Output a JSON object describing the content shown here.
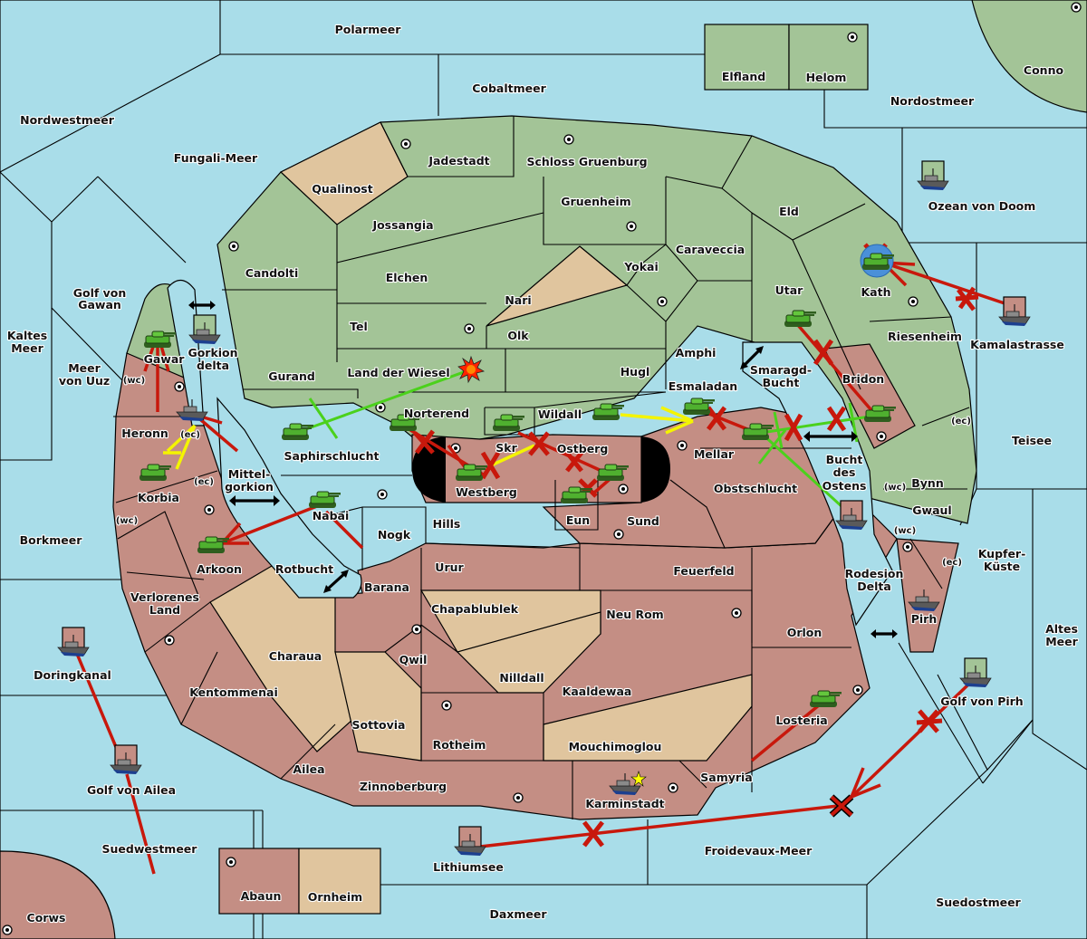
{
  "map": {
    "colors": {
      "sea": "#a9dde9",
      "power_green": "#a3c497",
      "power_red": "#c48e84",
      "neutral": "#e0c59e",
      "order_failed": "#c8180c",
      "order_support": "#f4f400",
      "order_convoy": "#4bd11c"
    },
    "seas": {
      "polarmeer": "Polarmeer",
      "cobaltmeer": "Cobaltmeer",
      "nordwestmeer": "Nordwestmeer",
      "fungali": "Fungali-Meer",
      "nordostmeer": "Nordostmeer",
      "ozean_doom": "Ozean von Doom",
      "golf_gawan_1": "Golf von",
      "golf_gawan_2": "Gawan",
      "kaltes_1": "Kaltes",
      "kaltes_2": "Meer",
      "uuz_1": "Meer",
      "uuz_2": "von Uuz",
      "gorkion_1": "Gorkion",
      "gorkion_2": "delta",
      "mittel_1": "Mittel-",
      "mittel_2": "gorkion",
      "borkmeer": "Borkmeer",
      "rotbucht": "Rotbucht",
      "smaragd_1": "Smaragd-",
      "smaragd_2": "Bucht",
      "bucht_1": "Bucht",
      "bucht_2": "des",
      "bucht_3": "Ostens",
      "kamalastrasse": "Kamalastrasse",
      "teisee": "Teisee",
      "kupfer_1": "Kupfer-",
      "kupfer_2": "Küste",
      "rodesion_1": "Rodesion",
      "rodesion_2": "Delta",
      "altes_1": "Altes",
      "altes_2": "Meer",
      "golf_pirh": "Golf von Pirh",
      "doringkanal": "Doringkanal",
      "golf_ailea": "Golf von Ailea",
      "suedwestmeer": "Suedwestmeer",
      "lithiumsee": "Lithiumsee",
      "daxmeer": "Daxmeer",
      "froidevaux": "Froidevaux-Meer",
      "suedostmeer": "Suedostmeer"
    },
    "lands": {
      "elfland": "Elfland",
      "helom": "Helom",
      "conno": "Conno",
      "qualinost": "Qualinost",
      "jadestadt": "Jadestadt",
      "schloss": "Schloss Gruenburg",
      "gruenheim": "Gruenheim",
      "jossangia": "Jossangia",
      "candolti": "Candolti",
      "elchen": "Elchen",
      "nari": "Nari",
      "yokai": "Yokai",
      "caraveccia": "Caraveccia",
      "eld": "Eld",
      "utar": "Utar",
      "kath": "Kath",
      "tel": "Tel",
      "olk": "Olk",
      "gurand": "Gurand",
      "wiesel": "Land der Wiesel",
      "hugl": "Hugl",
      "amphi": "Amphi",
      "esmaladan": "Esmaladan",
      "riesenheim": "Riesenheim",
      "bridon": "Bridon",
      "gawar": "Gawar",
      "heronn": "Heronn",
      "korbia": "Korbia",
      "norterend": "Norterend",
      "saphir": "Saphirschlucht",
      "wildall": "Wildall",
      "skr": "Skr",
      "ostberg": "Ostberg",
      "westberg": "Westberg",
      "mellar": "Mellar",
      "obstschlucht": "Obstschlucht",
      "bynn": "Bynn",
      "gwaul": "Gwaul",
      "pirh": "Pirh",
      "nabai": "Nabai",
      "arkoon": "Arkoon",
      "nogk": "Nogk",
      "hills": "Hills",
      "eun": "Eun",
      "sund": "Sund",
      "barana": "Barana",
      "urur": "Urur",
      "feuerfeld": "Feuerfeld",
      "verlorenes_1": "Verlorenes",
      "verlorenes_2": "Land",
      "chapablublek": "Chapablublek",
      "neu_rom": "Neu Rom",
      "charaua": "Charaua",
      "qwil": "Qwil",
      "orlon": "Orlon",
      "nilldall": "Nilldall",
      "kentommenai": "Kentommenai",
      "kaaldewaa": "Kaaldewaa",
      "sottovia": "Sottovia",
      "losteria": "Losteria",
      "rotheim": "Rotheim",
      "mouchimoglou": "Mouchimoglou",
      "ailea": "Ailea",
      "samyria": "Samyria",
      "zinnoberburg": "Zinnoberburg",
      "karminstadt": "Karminstadt",
      "abaun": "Abaun",
      "ornheim": "Ornheim",
      "corws": "Corws"
    },
    "coasts": {
      "wc": "(wc)",
      "ec": "(ec)"
    }
  }
}
